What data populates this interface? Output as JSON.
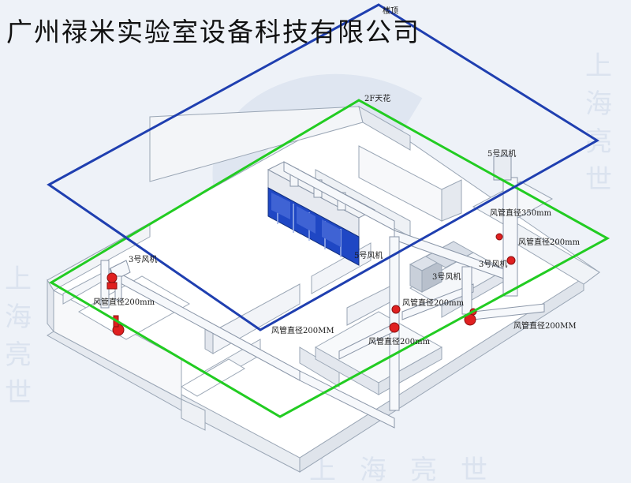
{
  "header": {
    "company_name": "广州禄米实验室设备科技有限公司"
  },
  "watermark": {
    "chars": [
      "上",
      "海",
      "亮",
      "世"
    ]
  },
  "labels": {
    "roof": "楼顶",
    "ceiling_2f": "2F天花",
    "fan5_top": "5号风机",
    "duct_350": "风管直径350mm",
    "duct_200_right": "风管直径200mm",
    "fan3_right": "3号风机",
    "fan3_left": "3号风机",
    "fan5_center": "5号风机",
    "fan3_center": "3号风机",
    "duct_200_left": "风管直径200mm",
    "duct_200_center": "风管直径200mm",
    "duct_200MM_center": "风管直径200MM",
    "duct_200_lower": "风管直径200mm",
    "duct_200MM_right": "风管直径200MM"
  },
  "colors": {
    "roof_outline": "#1f3fb0",
    "ceiling_outline": "#22cc22",
    "fume_hood": "#1f47c4",
    "fan": "#e02020"
  }
}
